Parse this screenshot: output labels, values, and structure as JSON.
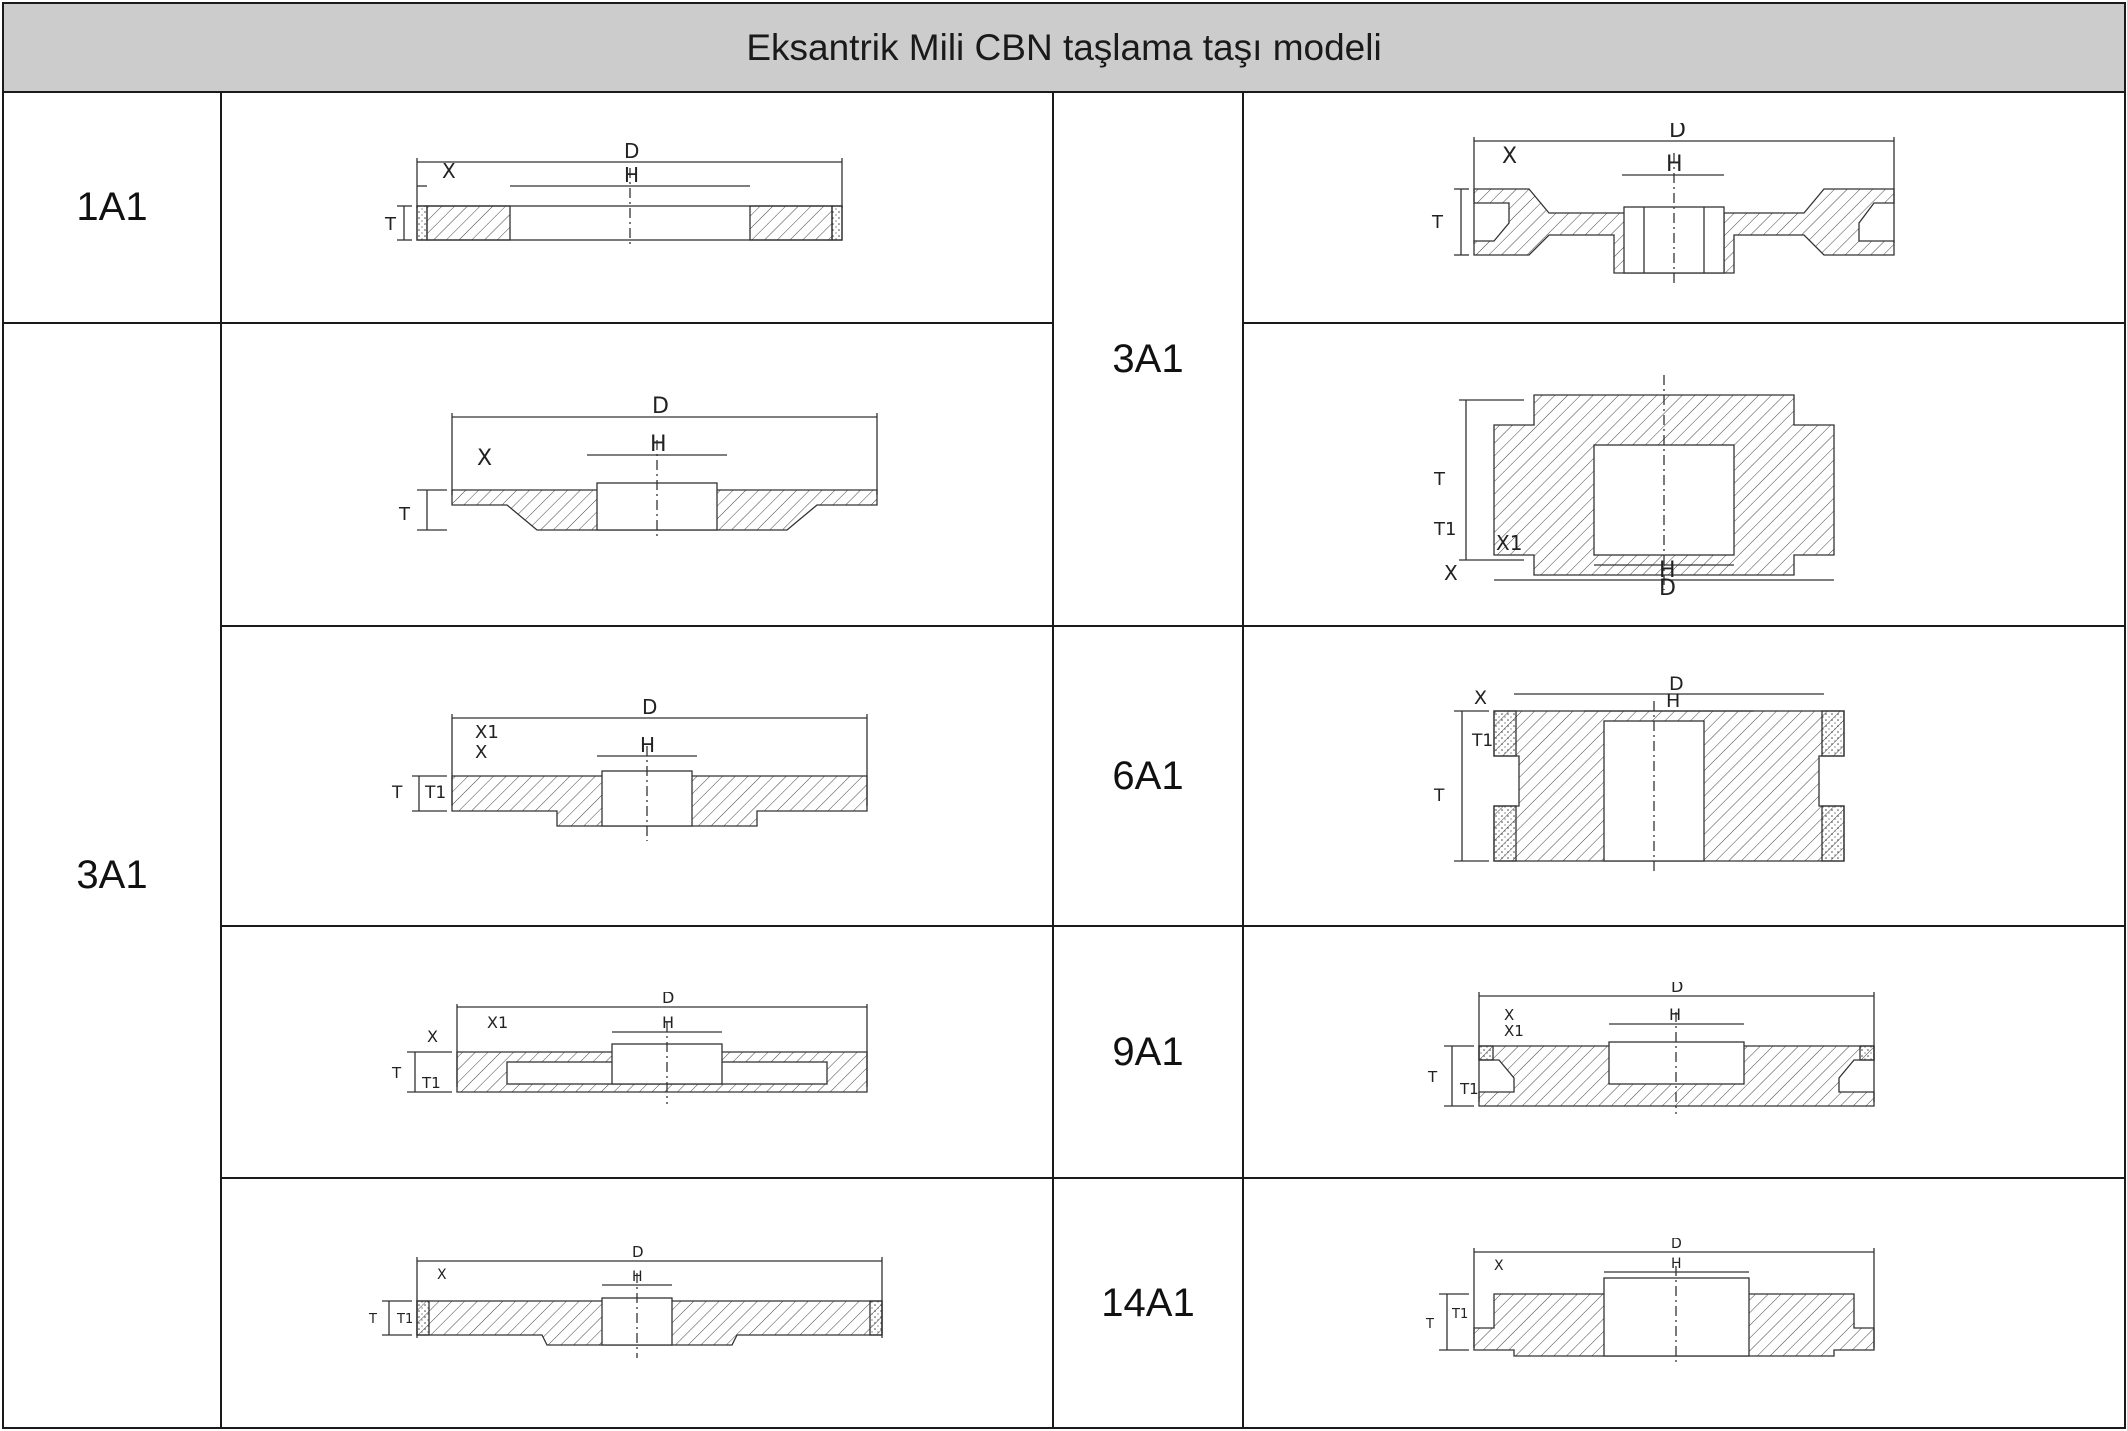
{
  "title": "Eksantrik Mili CBN taşlama taşı modeli",
  "models": {
    "m1a1": "1A1",
    "m3a1_left": "3A1",
    "m3a1_right": "3A1",
    "m6a1": "6A1",
    "m9a1": "9A1",
    "m14a1": "14A1"
  },
  "dims": {
    "D": "D",
    "H": "H",
    "T": "T",
    "T1": "T1",
    "X": "X",
    "X1": "X1"
  },
  "colors": {
    "header_bg": "#cccccc",
    "border": "#1a1a1a",
    "line": "#333333"
  }
}
